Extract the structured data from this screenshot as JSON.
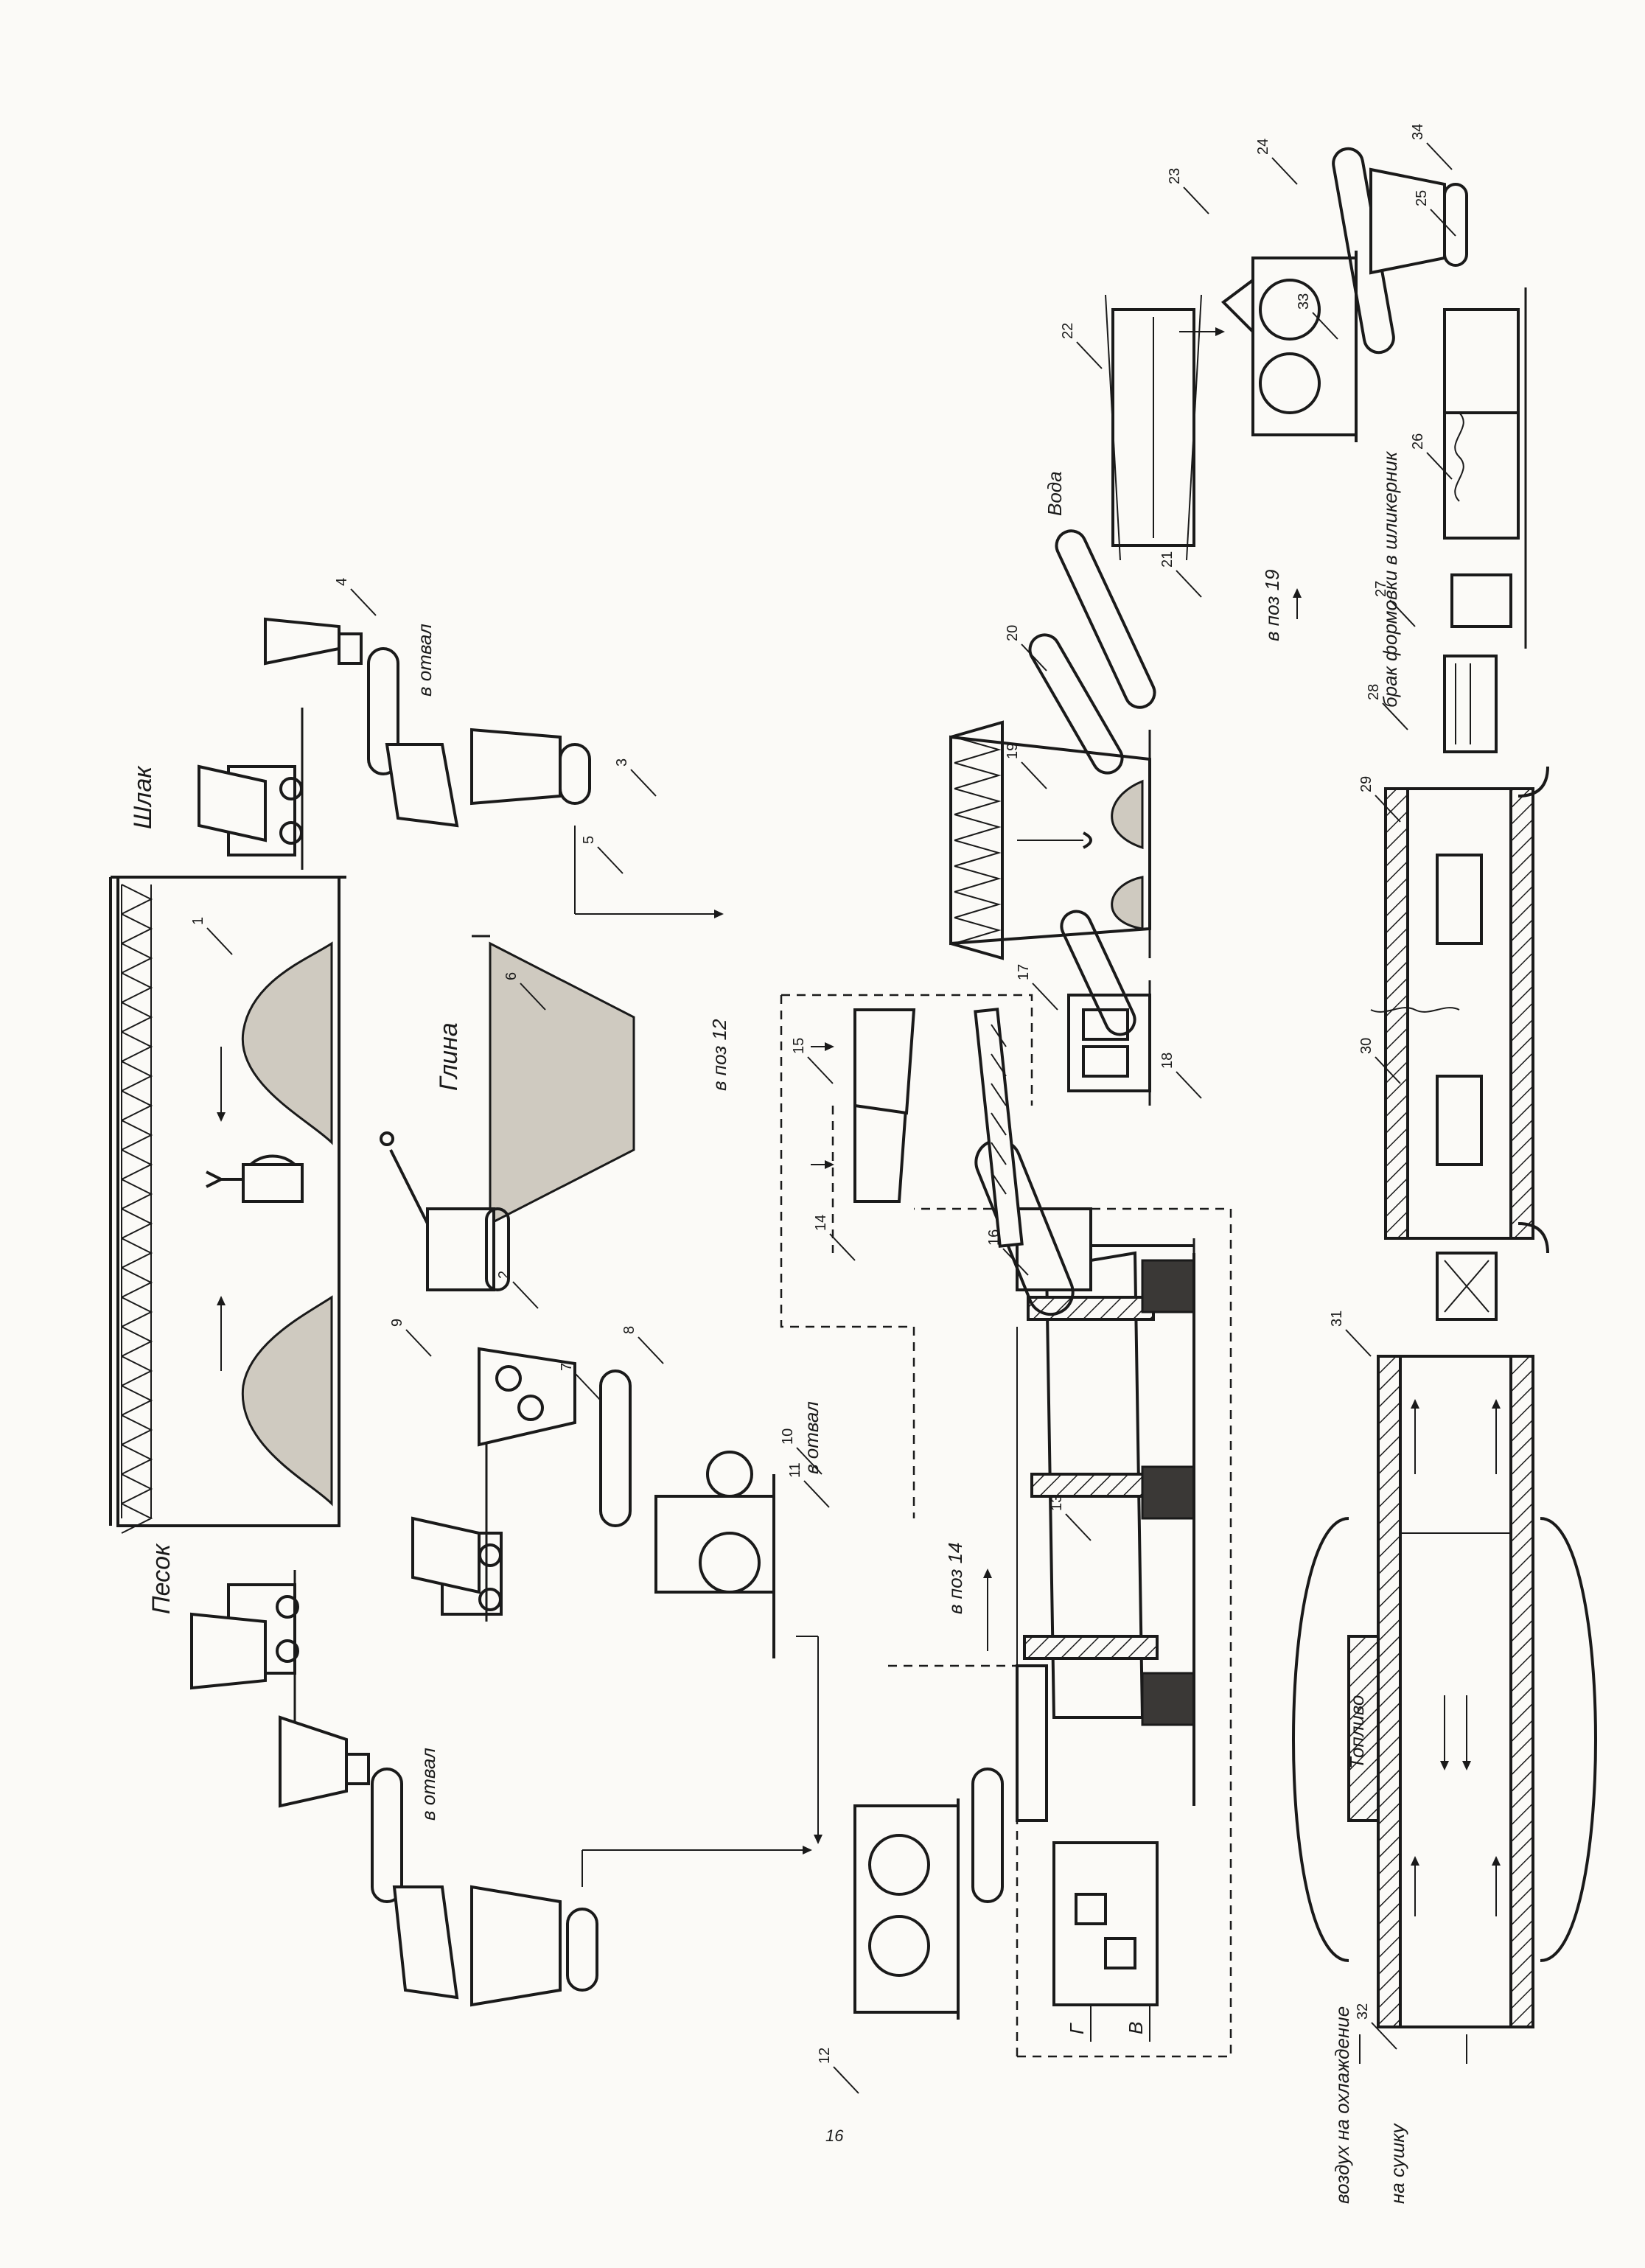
{
  "page": {
    "page_number": "16"
  },
  "materials": {
    "sand": "Песок",
    "slag": "Шлак",
    "clay": "Глина",
    "water": "Вода",
    "fuel": "Топливо"
  },
  "flow_labels": {
    "to_dump_1": "в отвал",
    "to_dump_2": "в отвал",
    "to_dump_3": "в отвал",
    "to_pos_12": "в поз 12",
    "to_pos_14": "в поз 14",
    "to_pos_19": "в поз 19",
    "reject": "брак формовки в шликерник",
    "gas": "Г",
    "air": "В",
    "air_to_cooling": "воздух на охлаждение",
    "to_drying": "на сушку"
  },
  "positions": [
    {
      "id": "p1",
      "num": "1"
    },
    {
      "id": "p2",
      "num": "2"
    },
    {
      "id": "p3",
      "num": "3"
    },
    {
      "id": "p4",
      "num": "4"
    },
    {
      "id": "p5",
      "num": "5"
    },
    {
      "id": "p6",
      "num": "6"
    },
    {
      "id": "p7",
      "num": "7"
    },
    {
      "id": "p8",
      "num": "8"
    },
    {
      "id": "p9",
      "num": "9"
    },
    {
      "id": "p10",
      "num": "10"
    },
    {
      "id": "p11",
      "num": "11"
    },
    {
      "id": "p12",
      "num": "12"
    },
    {
      "id": "p13",
      "num": "13"
    },
    {
      "id": "p14",
      "num": "14"
    },
    {
      "id": "p15",
      "num": "15"
    },
    {
      "id": "p16",
      "num": "16"
    },
    {
      "id": "p17",
      "num": "17"
    },
    {
      "id": "p18",
      "num": "18"
    },
    {
      "id": "p19",
      "num": "19"
    },
    {
      "id": "p20",
      "num": "20"
    },
    {
      "id": "p21",
      "num": "21"
    },
    {
      "id": "p22",
      "num": "22"
    },
    {
      "id": "p23",
      "num": "23"
    },
    {
      "id": "p24",
      "num": "24"
    },
    {
      "id": "p25",
      "num": "25"
    },
    {
      "id": "p26",
      "num": "26"
    },
    {
      "id": "p27",
      "num": "27"
    },
    {
      "id": "p28",
      "num": "28"
    },
    {
      "id": "p29",
      "num": "29"
    },
    {
      "id": "p30",
      "num": "30"
    },
    {
      "id": "p31",
      "num": "31"
    },
    {
      "id": "p32",
      "num": "32"
    },
    {
      "id": "p33",
      "num": "33"
    },
    {
      "id": "p34",
      "num": "34"
    }
  ]
}
